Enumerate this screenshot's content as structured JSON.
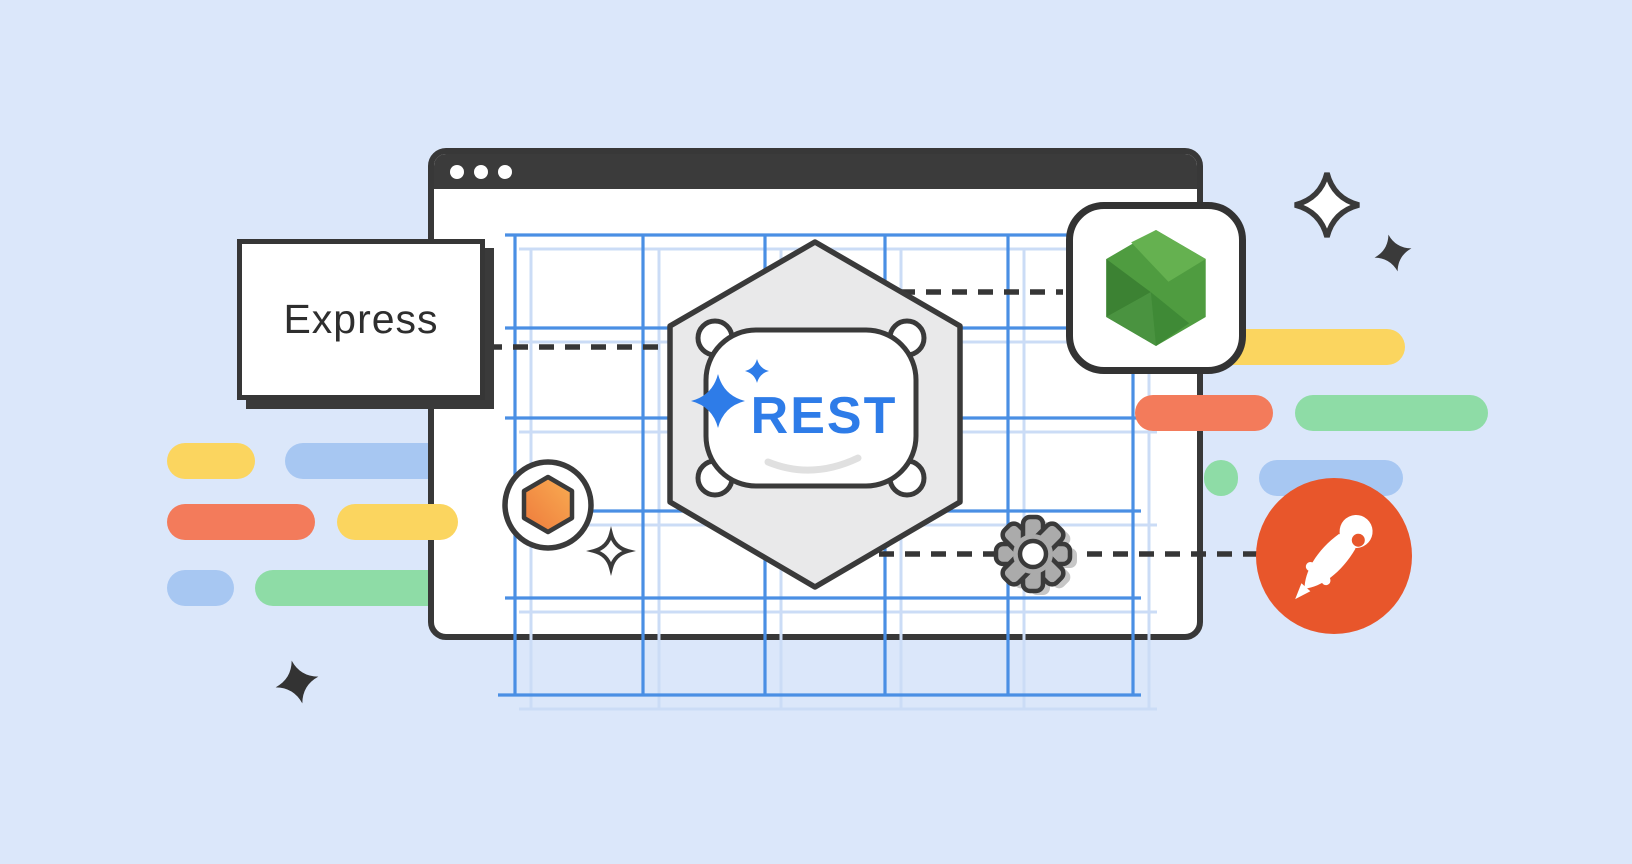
{
  "labels": {
    "express": "Express",
    "rest": "REST"
  },
  "browser_window": {
    "dots": 3
  },
  "icons": [
    "browser-window",
    "window-dots",
    "blueprint-grid",
    "hexagon-frame",
    "rest-pillow-icon",
    "blue-sparkle-icon",
    "package-hexagon-icon",
    "gear-icon",
    "nodejs-logo",
    "postman-logo",
    "express-wordmark",
    "dashed-connector",
    "outline-sparkle-icon",
    "filled-sparkle-icon"
  ],
  "palette": {
    "background": "#DBE7FA",
    "window_frame": "#3B3B3B",
    "grid_blue": "#4A8FE4",
    "grid_light_blue": "#CBDCF6",
    "rest_blue": "#2E7CE8",
    "bar_yellow": "#FBD55F",
    "bar_red": "#F37B5B",
    "bar_blue": "#A7C7F2",
    "bar_green": "#8EDCA6",
    "node_green": "#4F9C40",
    "postman_orange": "#E8562B",
    "package_orange": "#F19A4A",
    "hexagon_gray": "#E9E9EA",
    "gear_gray": "#ABABAB",
    "ink": "#3A3A3A"
  }
}
